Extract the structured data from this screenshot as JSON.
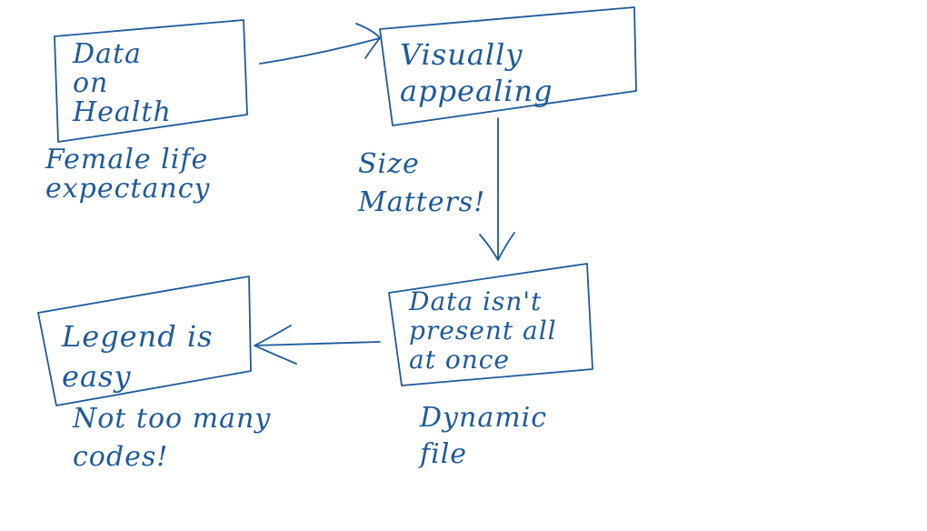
{
  "nodes": [
    {
      "id": "data-health",
      "label": "Data\n   on\n  Health",
      "note": "Female life\n  expectancy"
    },
    {
      "id": "visually-appealing",
      "label": "Visually\n appealing",
      "note": "Size\nMatters!"
    },
    {
      "id": "data-not-present",
      "label": "Data  isn't\npresent all\n   at once",
      "note": "Dynamic\n   file"
    },
    {
      "id": "legend-easy",
      "label": "Legend is\n   easy",
      "note": "Not  too  many\n   codes!"
    }
  ],
  "colors": {
    "ink": "#1f5a99",
    "background": "#ffffff"
  }
}
